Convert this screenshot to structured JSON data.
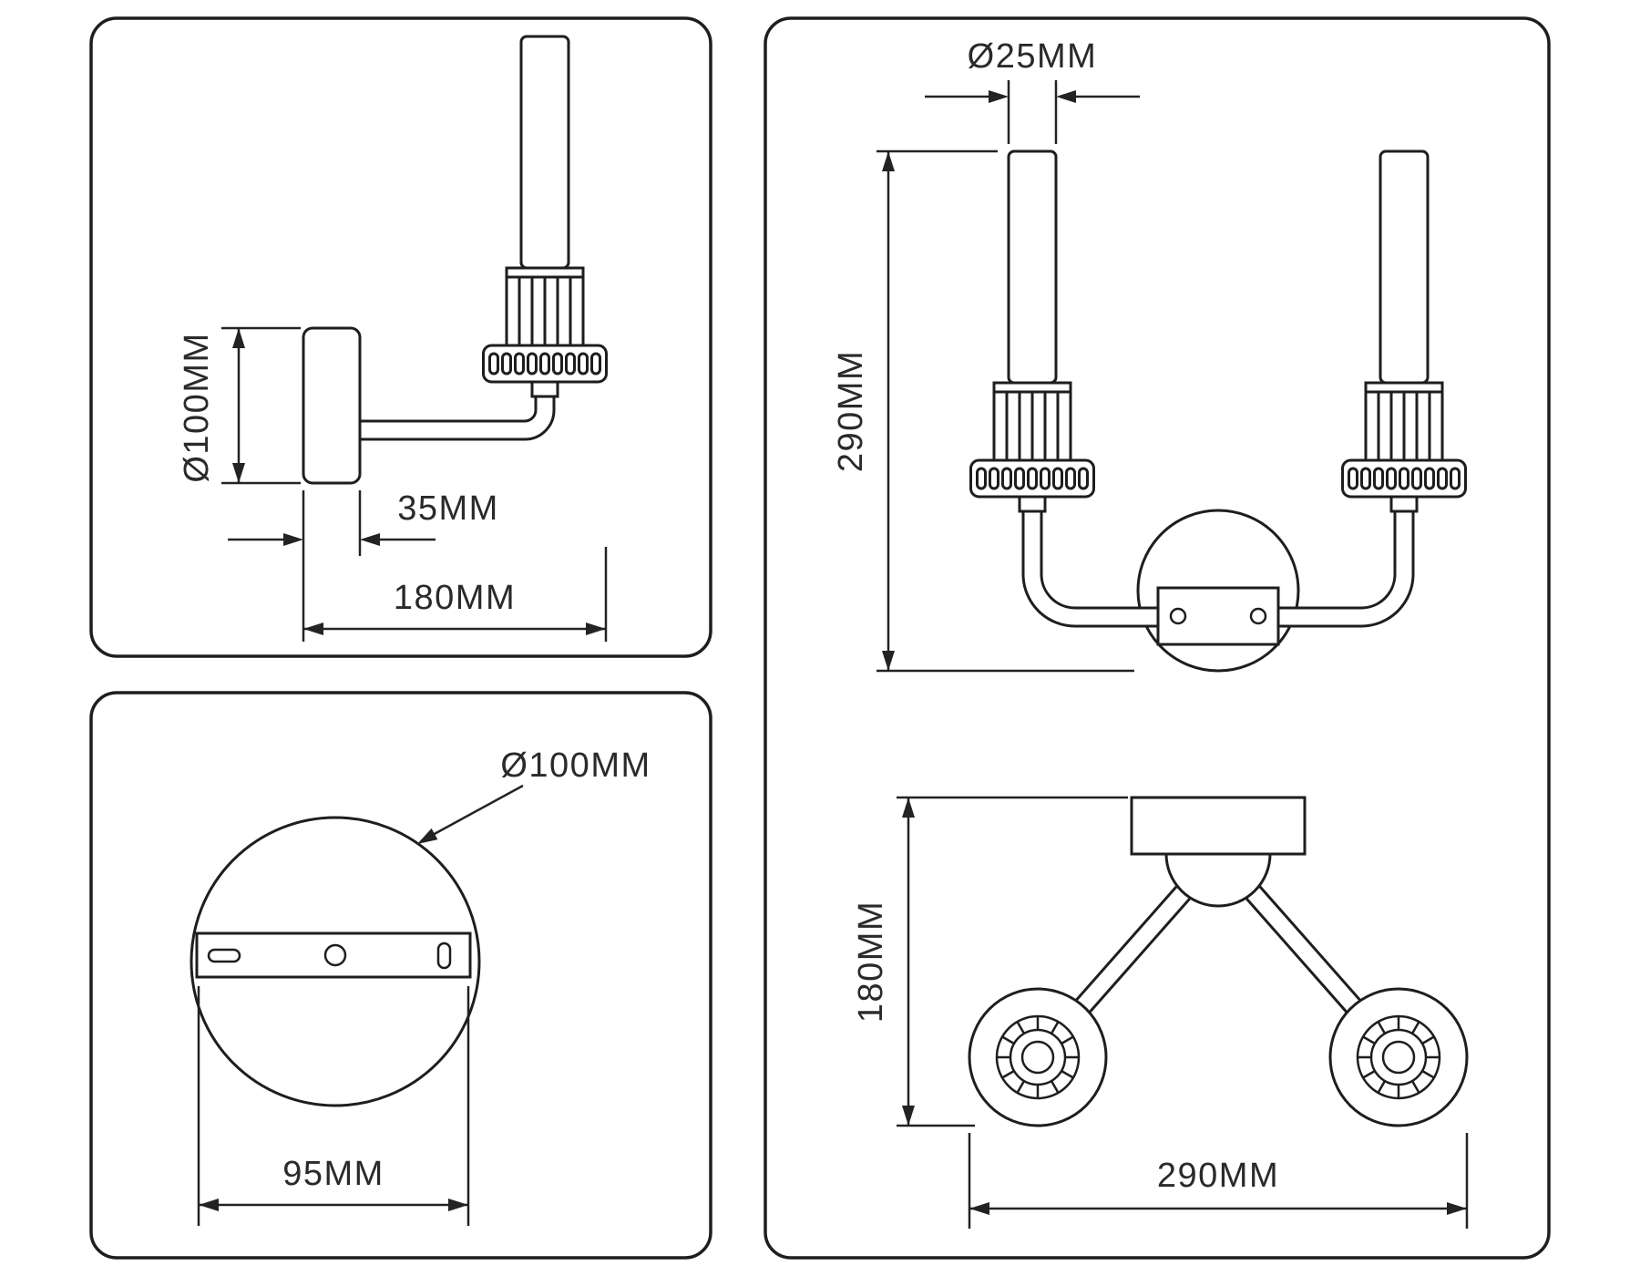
{
  "drawing": {
    "colors": {
      "line": "#1e1e1e",
      "text": "#2a2a2a",
      "background": "#ffffff"
    },
    "views": {
      "side": {
        "labels": {
          "diameter": "Ø100MM",
          "depth": "35MM",
          "extension": "180MM"
        }
      },
      "backplate": {
        "labels": {
          "diameter": "Ø100MM",
          "spacing": "95MM"
        }
      },
      "front": {
        "labels": {
          "candle_diameter": "Ø25MM",
          "height": "290MM"
        }
      },
      "top": {
        "labels": {
          "depth": "180MM",
          "width": "290MM"
        }
      }
    }
  }
}
